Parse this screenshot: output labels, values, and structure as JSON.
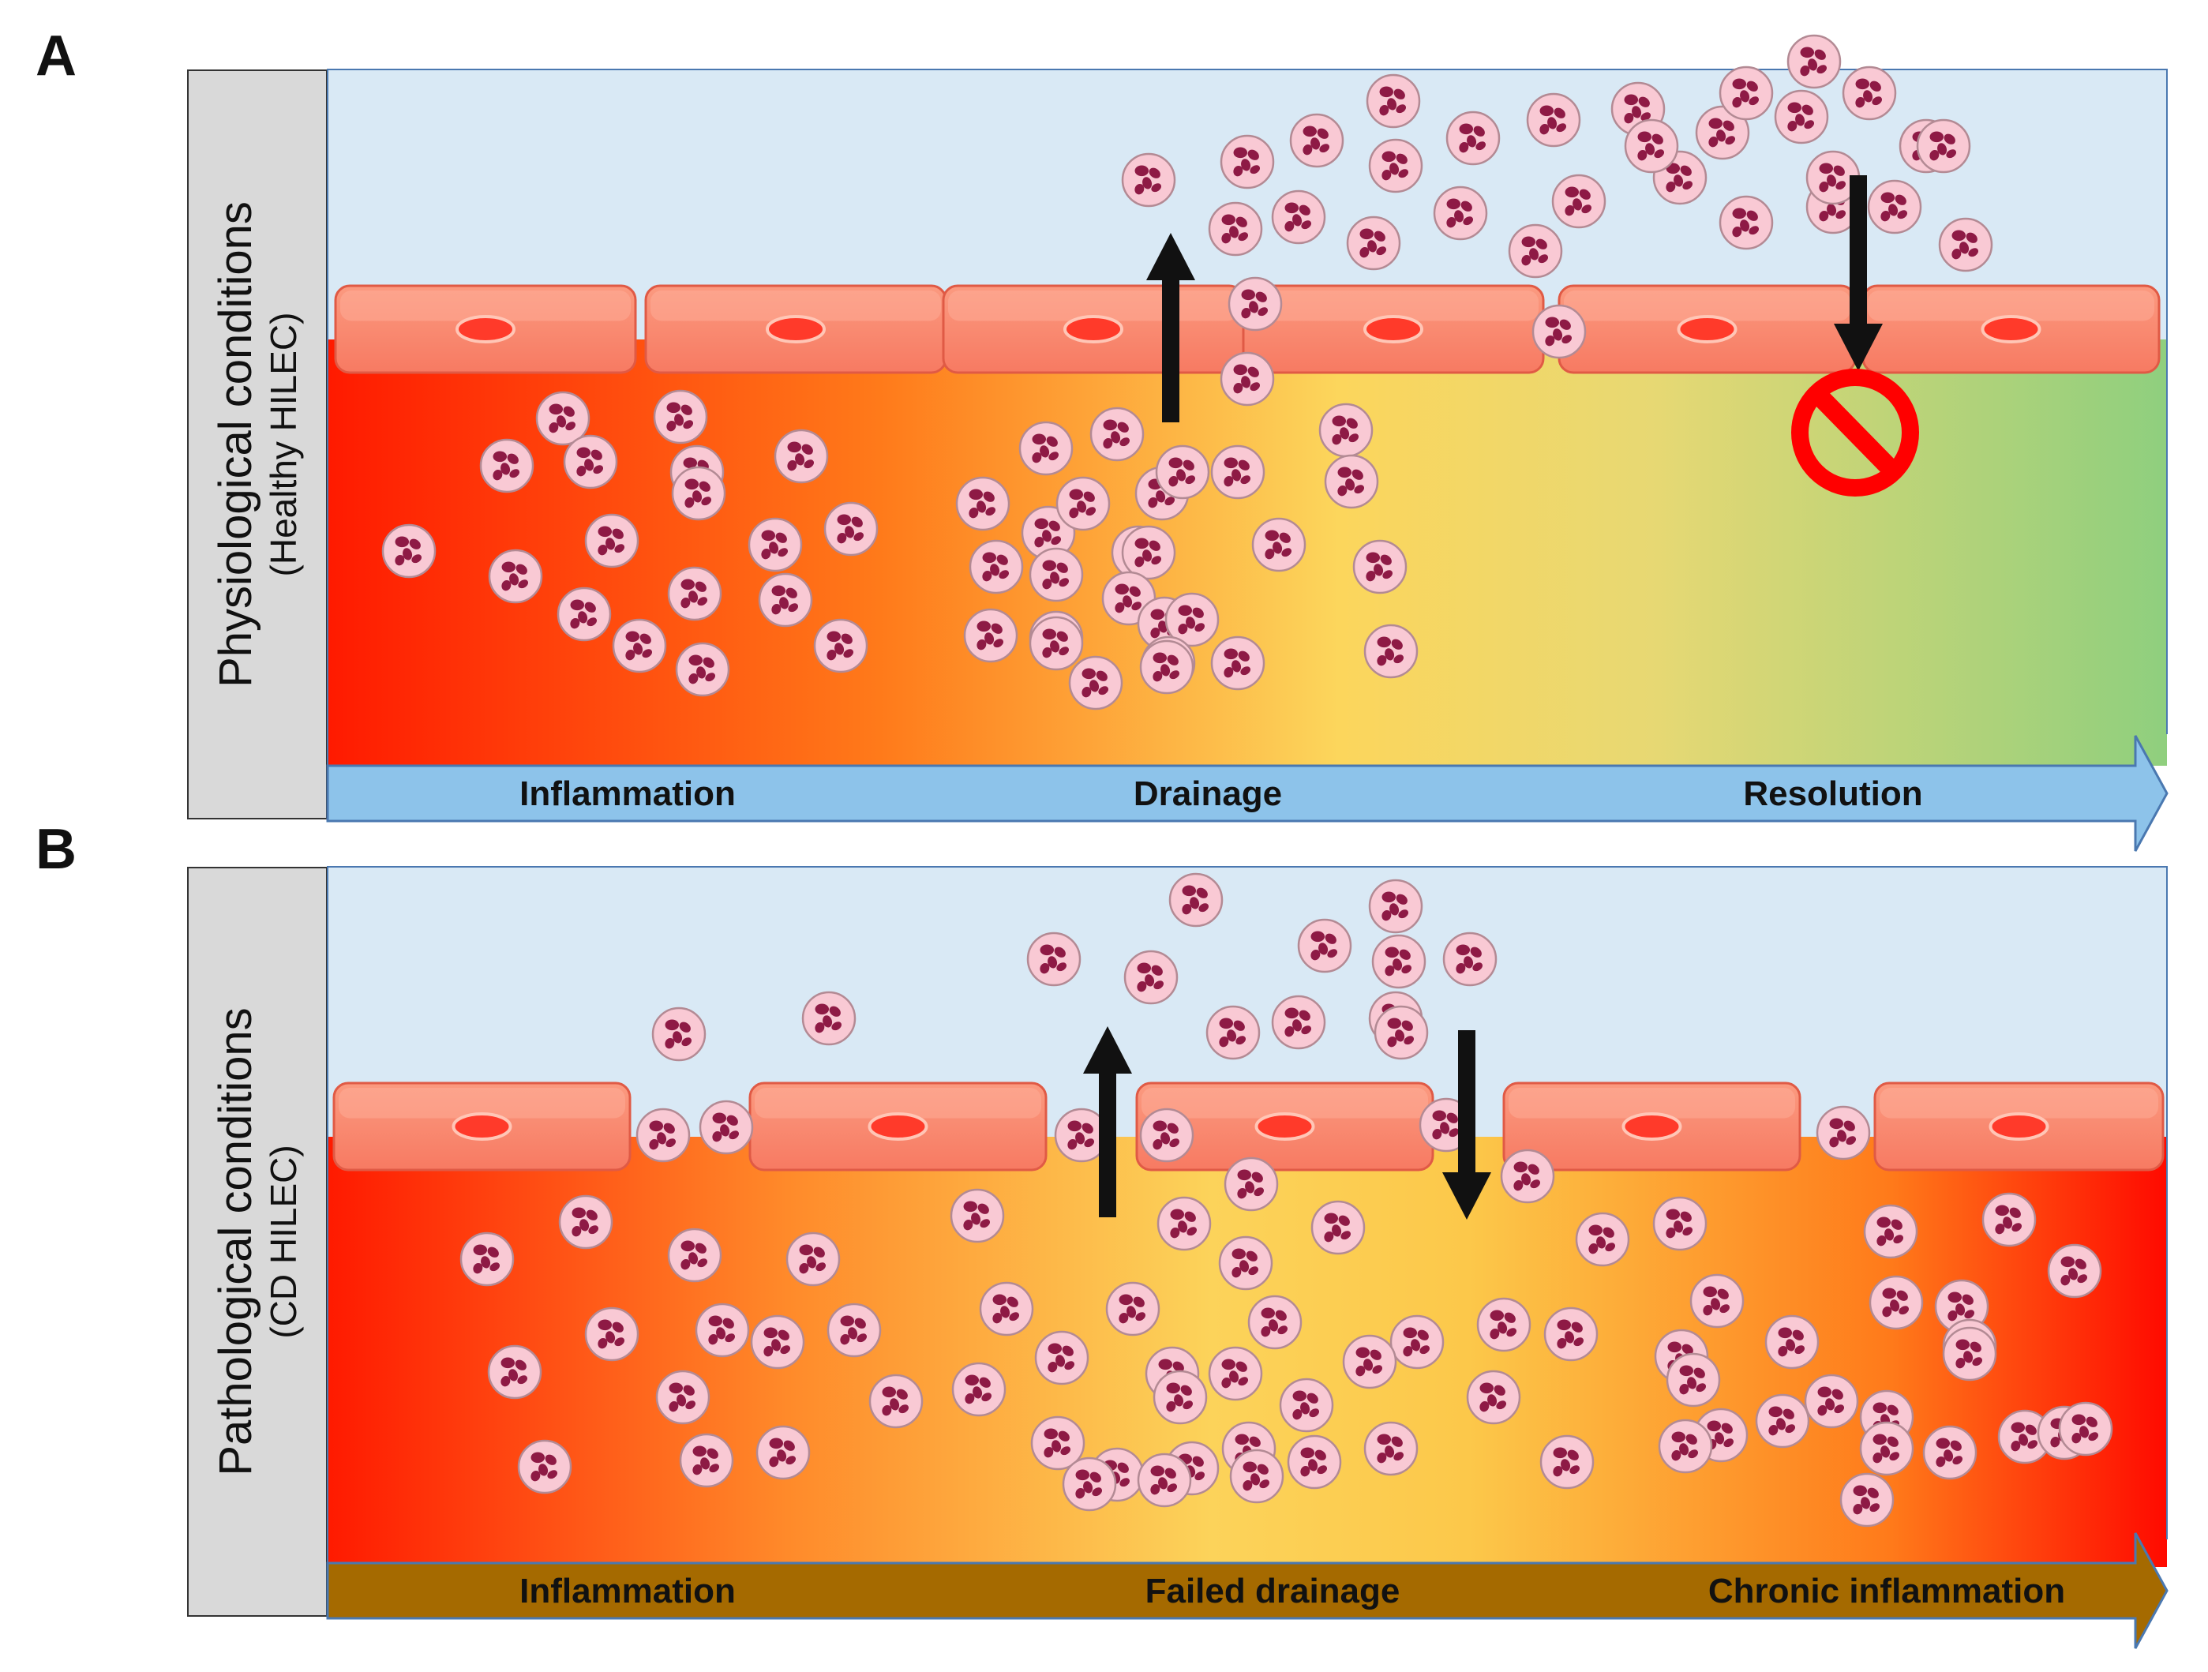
{
  "panels": [
    {
      "letter": "A",
      "side_title": "Physiological conditions",
      "side_subtitle": "(Healthy  HILEC)",
      "stages": [
        "Inflammation",
        "Drainage",
        "Resolution"
      ],
      "arrow_color": "#8dc3ea",
      "gradient": [
        "#ff1a00",
        "#ff7a1a",
        "#fcd65c",
        "#e7d873",
        "#8fcf7e"
      ],
      "blocked_symbol": "no-entry-icon"
    },
    {
      "letter": "B",
      "side_title": "Pathological conditions",
      "side_subtitle": "(CD HILEC)",
      "stages": [
        "Inflammation",
        "Failed drainage",
        "Chronic inflammation"
      ],
      "arrow_color": "#a56a00",
      "gradient": [
        "#ff1a00",
        "#ff8a2a",
        "#fcd35a",
        "#fcc84a",
        "#ff0a00"
      ]
    }
  ],
  "colors": {
    "lumen": "#d9e9f5",
    "endothelial_cell": "#fa8a72",
    "nucleus": "#ff3a2a",
    "cell_body": "#f9c9d4",
    "cell_nucleus": "#8e1a45",
    "border": "#4a78b0"
  }
}
